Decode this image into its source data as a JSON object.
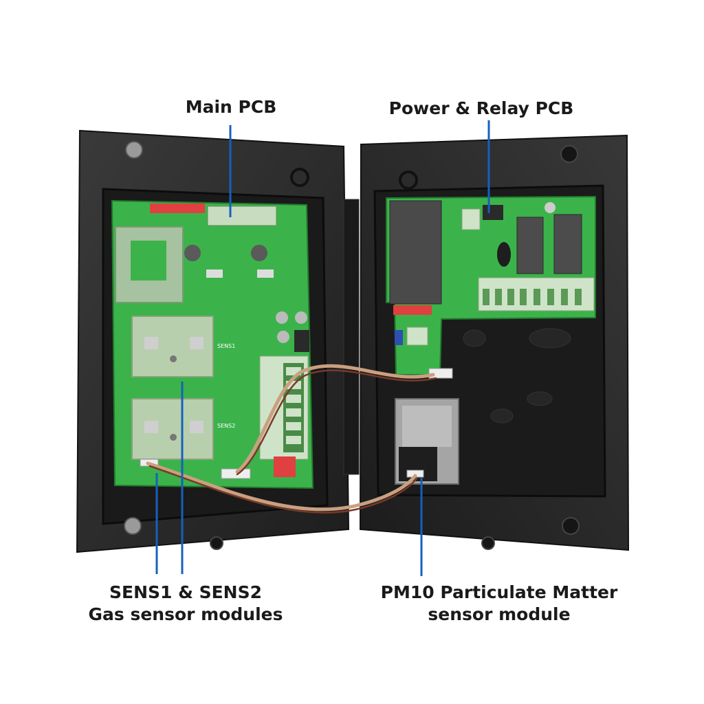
{
  "labels": {
    "main_pcb": "Main PCB",
    "power_relay_pcb": "Power & Relay PCB",
    "sens_line1": "SENS1 & SENS2",
    "sens_line2": "Gas sensor modules",
    "pm10_line1": "PM10 Particulate Matter",
    "pm10_line2": "sensor module"
  },
  "silkscreen": {
    "sens1": "SENS1",
    "sens2": "SENS2"
  },
  "colors": {
    "leader": "#1560c0",
    "enclosure": "#2b2b2b",
    "pcb": "#3bb34a",
    "sensor": "#b8cfae",
    "terminal": "#cfe3c8"
  }
}
